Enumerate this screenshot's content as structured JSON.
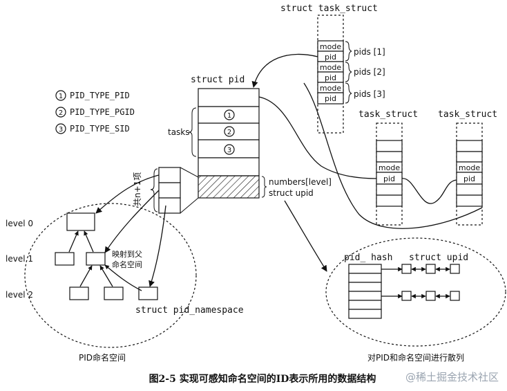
{
  "labels": {
    "struct_task_struct": "struct task_struct",
    "mode": "mode",
    "pid": "pid",
    "pids1": "pids [1]",
    "pids2": "pids [2]",
    "pids3": "pids [3]",
    "struct_pid": "struct pid",
    "task_struct": "task_struct",
    "tasks": "tasks",
    "numbers_level": "numbers[level]",
    "struct_upid": "struct upid",
    "gongn1": "共n+1项",
    "level0": "level 0",
    "level1": "level 1",
    "level2": "level 2",
    "map_parent_line1": "映射到父",
    "map_parent_line2": "命名空间",
    "struct_pid_namespace": "struct pid_namespace",
    "pid_hash": "pid_ hash",
    "struct_upid_hash": "struct upid",
    "caption_left": "PID命名空间",
    "caption_right": "对PID和命名空间进行散列",
    "figure_caption": "图2-5  实现可感知命名空间的ID表示所用的数据结构",
    "watermark": "@稀土掘金技术社区"
  },
  "legend": [
    {
      "num": "1",
      "text": "PID_TYPE_PID"
    },
    {
      "num": "2",
      "text": "PID_TYPE_PGID"
    },
    {
      "num": "3",
      "text": "PID_TYPE_SID"
    }
  ],
  "tasks_numbers": [
    "1",
    "2",
    "3"
  ]
}
